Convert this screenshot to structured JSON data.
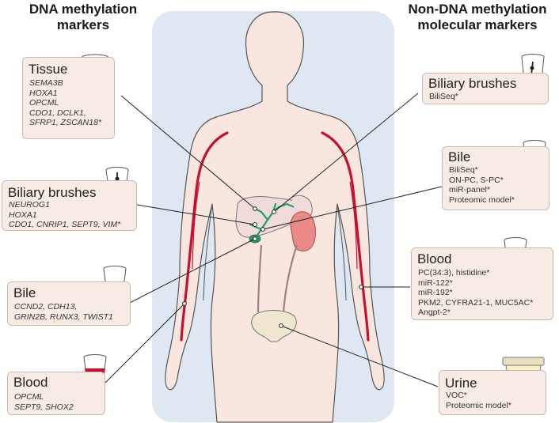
{
  "headings": {
    "left": [
      "DNA methylation",
      "markers"
    ],
    "right": [
      "Non-DNA methylation",
      "molecular markers"
    ]
  },
  "left_boxes": {
    "tissue": {
      "title": "Tissue",
      "lines": [
        "SEMA3B",
        "HOXA1",
        "OPCML",
        "CDO1, DCLK1,",
        "SFRP1, ZSCAN18*"
      ]
    },
    "brushes": {
      "title": "Biliary brushes",
      "lines": [
        "NEUROG1",
        "HOXA1",
        "CDO1, CNRIP1, SEPT9, VIM*"
      ]
    },
    "bile": {
      "title": "Bile",
      "lines": [
        "CCND2, CDH13,",
        "GRIN2B, RUNX3, TWIST1"
      ]
    },
    "blood": {
      "title": "Blood",
      "lines": [
        "OPCML",
        "SEPT9, SHOX2"
      ]
    }
  },
  "right_boxes": {
    "brushes": {
      "title": "Biliary brushes",
      "lines": [
        "BiliSeq*"
      ]
    },
    "bile": {
      "title": "Bile",
      "lines": [
        "BiliSeq*",
        "ON-PC, S-PC*",
        "miR-panel*",
        "Proteomic model*"
      ]
    },
    "blood": {
      "title": "Blood",
      "lines": [
        "PC(34:3), histidine*",
        "miR-122*",
        "miR-192*",
        "PKM2, CYFRA21-1, MUC5AC*",
        "Angpt-2*"
      ]
    },
    "urine": {
      "title": "Urine",
      "lines": [
        "VOC*",
        "Proteomic model*"
      ]
    }
  },
  "colors": {
    "box_fill": "#f8ebe6",
    "box_border": "#c9b8b0",
    "body_fill": "#f8e6df",
    "backdrop": "#dfe7f2",
    "vessel_red": "#c8102e",
    "bile_duct_green": "#1f9e6b",
    "bile_yellow": "#f3e59a",
    "blood_red": "#c8102e",
    "kidney": "#e98a86"
  }
}
